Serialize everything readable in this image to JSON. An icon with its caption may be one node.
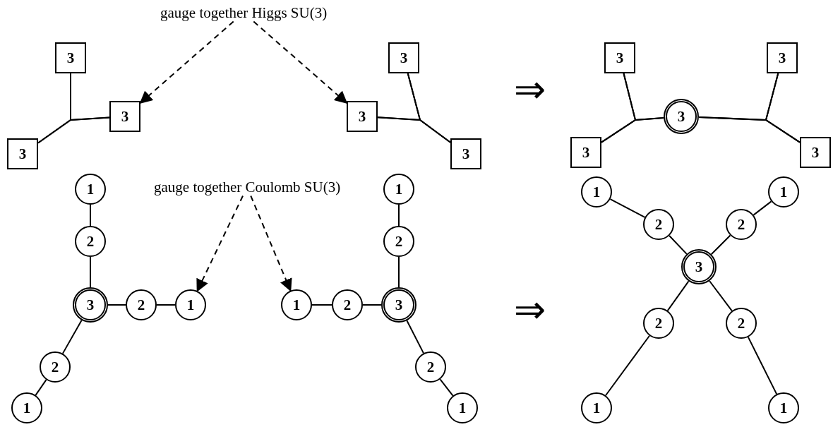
{
  "diagram": {
    "nodes": [
      {
        "text": [
          "gauge together Higgs SU(3)"
        ]
      },
      {
        "text": [
          "3"
        ]
      },
      {
        "text": [
          "3"
        ]
      },
      {
        "text": [
          "3"
        ]
      },
      {
        "text": [
          "3"
        ]
      },
      {
        "text": [
          "3"
        ]
      },
      {
        "text": [
          "3"
        ]
      },
      {
        "text": [
          "3"
        ]
      },
      {
        "text": [
          "3"
        ]
      },
      {
        "text": [
          "3"
        ]
      },
      {
        "text": [
          "3"
        ]
      },
      {
        "text": [
          "3"
        ]
      },
      {
        "text": [
          "gauge together Coulomb SU(3)"
        ]
      },
      {
        "text": [
          "1"
        ]
      },
      {
        "text": [
          "2"
        ]
      },
      {
        "text": [
          "3"
        ]
      },
      {
        "text": [
          "2"
        ]
      },
      {
        "text": [
          "1"
        ]
      },
      {
        "text": [
          "2"
        ]
      },
      {
        "text": [
          "1"
        ]
      },
      {
        "text": [
          "1"
        ]
      },
      {
        "text": [
          "2"
        ]
      },
      {
        "text": [
          "1"
        ]
      },
      {
        "text": [
          "2"
        ]
      },
      {
        "text": [
          "3"
        ]
      },
      {
        "text": [
          "2"
        ]
      },
      {
        "text": [
          "1"
        ]
      },
      {
        "text": [
          "1"
        ]
      },
      {
        "text": [
          "1"
        ]
      },
      {
        "text": [
          "2"
        ]
      },
      {
        "text": [
          "2"
        ]
      },
      {
        "text": [
          "3"
        ]
      },
      {
        "text": [
          "2"
        ]
      },
      {
        "text": [
          "2"
        ]
      },
      {
        "text": [
          "1"
        ]
      },
      {
        "text": [
          "1"
        ]
      }
    ],
    "edges": [
      {
        "from": 0,
        "to": 2,
        "arrow": "to",
        "style": "dashed"
      },
      {
        "from": 0,
        "to": 5,
        "arrow": "to",
        "style": "dashed"
      },
      {
        "from": 1,
        "to": 2,
        "arrow": "none"
      },
      {
        "from": 1,
        "to": 3,
        "arrow": "none"
      },
      {
        "from": 2,
        "to": 3,
        "arrow": "none"
      },
      {
        "from": 4,
        "to": 5,
        "arrow": "none"
      },
      {
        "from": 4,
        "to": 6,
        "arrow": "none"
      },
      {
        "from": 5,
        "to": 6,
        "arrow": "none"
      },
      {
        "from": 7,
        "to": 10,
        "arrow": "none"
      },
      {
        "from": 7,
        "to": 9,
        "arrow": "none"
      },
      {
        "from": 10,
        "to": 9,
        "arrow": "none"
      },
      {
        "from": 8,
        "to": 11,
        "arrow": "none"
      },
      {
        "from": 8,
        "to": 9,
        "arrow": "none"
      },
      {
        "from": 11,
        "to": 9,
        "arrow": "none"
      },
      {
        "from": 12,
        "to": 17,
        "arrow": "to",
        "style": "dashed"
      },
      {
        "from": 12,
        "to": 22,
        "arrow": "to",
        "style": "dashed"
      },
      {
        "from": 13,
        "to": 14,
        "arrow": "none"
      },
      {
        "from": 14,
        "to": 15,
        "arrow": "none"
      },
      {
        "from": 15,
        "to": 16,
        "arrow": "none"
      },
      {
        "from": 16,
        "to": 17,
        "arrow": "none"
      },
      {
        "from": 15,
        "to": 18,
        "arrow": "none"
      },
      {
        "from": 18,
        "to": 19,
        "arrow": "none"
      },
      {
        "from": 20,
        "to": 21,
        "arrow": "none"
      },
      {
        "from": 21,
        "to": 24,
        "arrow": "none"
      },
      {
        "from": 22,
        "to": 23,
        "arrow": "none"
      },
      {
        "from": 23,
        "to": 24,
        "arrow": "none"
      },
      {
        "from": 24,
        "to": 25,
        "arrow": "none"
      },
      {
        "from": 25,
        "to": 26,
        "arrow": "none"
      },
      {
        "from": 27,
        "to": 29,
        "arrow": "none"
      },
      {
        "from": 29,
        "to": 31,
        "arrow": "none"
      },
      {
        "from": 28,
        "to": 30,
        "arrow": "none"
      },
      {
        "from": 30,
        "to": 31,
        "arrow": "none"
      },
      {
        "from": 31,
        "to": 32,
        "arrow": "none"
      },
      {
        "from": 32,
        "to": 34,
        "arrow": "none"
      },
      {
        "from": 31,
        "to": 33,
        "arrow": "none"
      },
      {
        "from": 33,
        "to": 35,
        "arrow": "none"
      }
    ],
    "labels": [
      "⇒",
      "⇒"
    ]
  }
}
